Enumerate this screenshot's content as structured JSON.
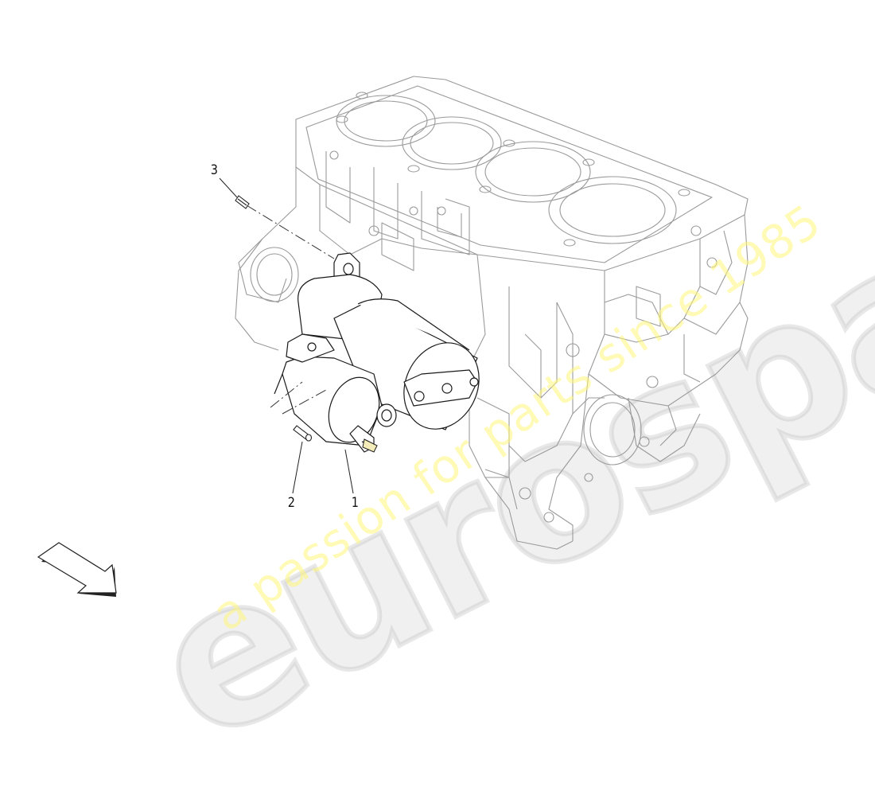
{
  "diagram": {
    "subject": "Starter motor on engine block (exploded parts view)",
    "colors": {
      "background": "#ffffff",
      "engine_line": "#9a9a9a",
      "part_line": "#1a1a1a",
      "label": "#111111",
      "watermark_brand": "#c8c8c8",
      "watermark_tagline": "#fff578"
    },
    "callouts": [
      {
        "id": "1",
        "label": "1",
        "part": "starter motor"
      },
      {
        "id": "2",
        "label": "2",
        "part": "stud bolt"
      },
      {
        "id": "3",
        "label": "3",
        "part": "bolt"
      }
    ],
    "direction_arrow": {
      "icon": "direction-arrow-icon",
      "orientation": "down-right"
    }
  },
  "watermark": {
    "brand": "eurospares",
    "tagline": "a passion for parts since 1985"
  }
}
